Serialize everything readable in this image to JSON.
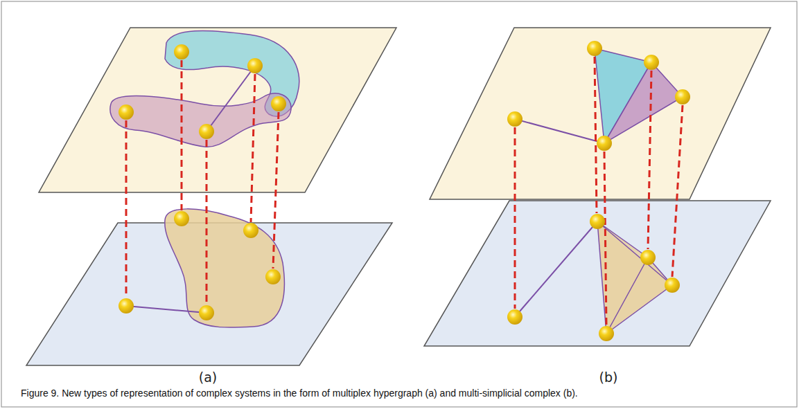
{
  "diagram": {
    "caption": "Figure 9. New types of representation of complex systems in the form of multiplex hypergraph (a) and multi-simplicial complex (b).",
    "labels": [
      "(a)",
      "(b)"
    ]
  }
}
